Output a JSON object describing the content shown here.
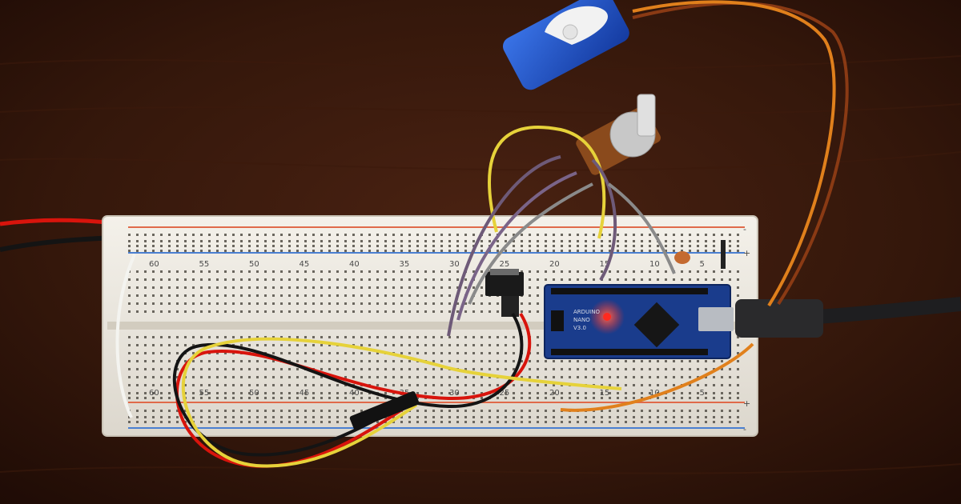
{
  "breadboard": {
    "top_numbers": [
      "60",
      "55",
      "50",
      "45",
      "40",
      "35",
      "30",
      "25",
      "20",
      "15",
      "10",
      "5"
    ],
    "bottom_numbers": [
      "60",
      "55",
      "50",
      "45",
      "40",
      "35",
      "30",
      "25",
      "20",
      "15",
      "10",
      "5"
    ],
    "right_top_marks": [
      "-",
      "+"
    ],
    "right_bottom_marks": [
      "+",
      "-"
    ]
  },
  "board": {
    "line1": "ARDUINO",
    "line2": "NANO",
    "line3": "V3.0"
  },
  "colors": {
    "table": "#2e140a",
    "breadboard": "#efece6",
    "rail_red": "#e06a4a",
    "rail_blue": "#4a7fd0",
    "pcb": "#1a3c8c",
    "servo": "#1f52c8",
    "led": "#ff2a20",
    "wire_red": "#d8140c",
    "wire_yellow": "#e6d23a",
    "wire_black": "#141414",
    "wire_orange": "#e0801c",
    "wire_brown": "#8a3a14",
    "wire_purple": "#6e5a78",
    "wire_gray": "#8a8a8a",
    "usb": "#2a2a2c"
  }
}
